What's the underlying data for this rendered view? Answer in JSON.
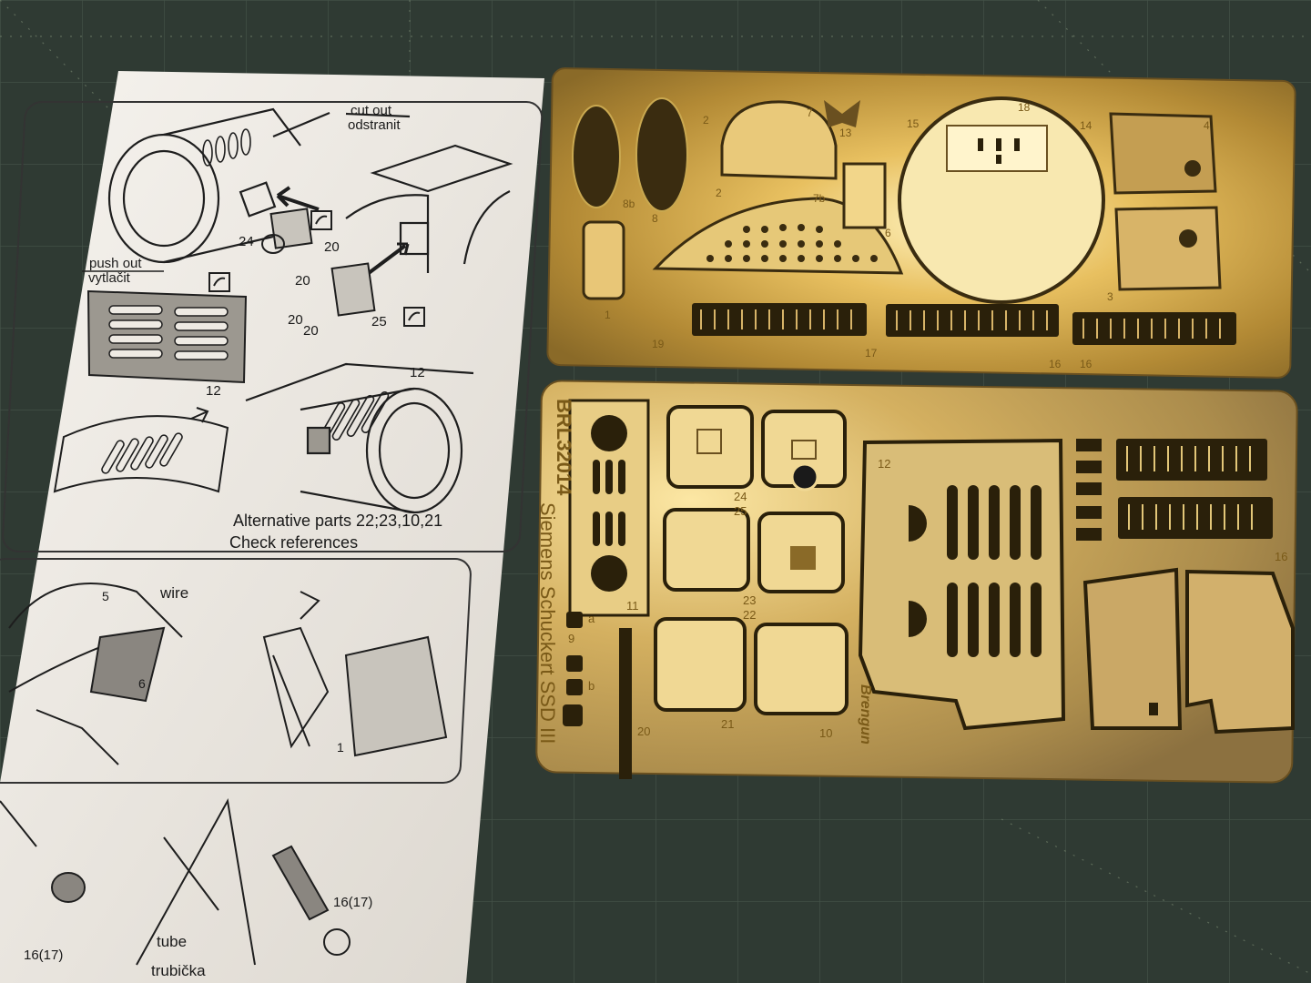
{
  "instruction_sheet": {
    "cut_out": "cut out",
    "odstranit": "odstranit",
    "push_out": "push out",
    "vytlacit": "vytlačit",
    "alt_line1": "Alternative parts 22;23,10,21",
    "alt_line2": "Check references",
    "wire": "wire",
    "tube": "tube",
    "trubicka": "trubička",
    "part_numbers": {
      "p24": "24",
      "p20a": "20",
      "p20b": "20",
      "p20c": "20",
      "p20d": "20",
      "p25": "25",
      "p12a": "12",
      "p12b": "12",
      "p5": "5",
      "p6": "6",
      "p1": "1",
      "p1617a": "16(17)",
      "p1617b": "16(17)"
    }
  },
  "fret_top": {
    "numbers": [
      "2",
      "7",
      "13",
      "15",
      "18",
      "14",
      "4",
      "8b",
      "8",
      "2",
      "7b",
      "6",
      "3",
      "1",
      "19",
      "17",
      "16",
      "16"
    ]
  },
  "fret_bottom": {
    "code": "BRL32014",
    "title": "Siemens Schuckert SSD III",
    "brand": "Brengun",
    "numbers": [
      "24",
      "25",
      "23",
      "22",
      "21",
      "10",
      "12",
      "16",
      "11",
      "20",
      "9",
      "a",
      "b"
    ]
  },
  "colors": {
    "mat": "#2f3a33",
    "paper": "#eeeae3",
    "brass_light": "#f4dc8c",
    "brass_dark": "#a87a28"
  }
}
